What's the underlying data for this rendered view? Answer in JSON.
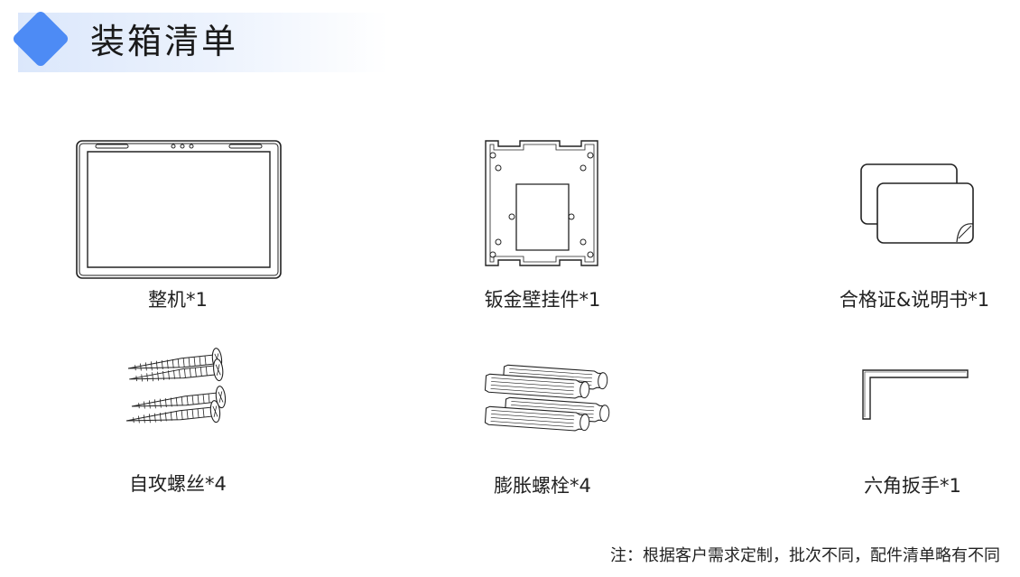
{
  "section": {
    "title": "装箱清单"
  },
  "items": [
    {
      "label": "整机*1",
      "icon": "tablet-icon"
    },
    {
      "label": "钣金壁挂件*1",
      "icon": "wall-mount-bracket-icon"
    },
    {
      "label": "合格证&说明书*1",
      "icon": "cards-icon"
    },
    {
      "label": "自攻螺丝*4",
      "icon": "screws-icon"
    },
    {
      "label": "膨胀螺栓*4",
      "icon": "anchors-icon"
    },
    {
      "label": "六角扳手*1",
      "icon": "hex-key-icon"
    }
  ],
  "note": "注：根据客户需求定制，批次不同，配件清单略有不同",
  "colors": {
    "accent": "#4d8bf5",
    "header_band": "#e3ecfb"
  }
}
